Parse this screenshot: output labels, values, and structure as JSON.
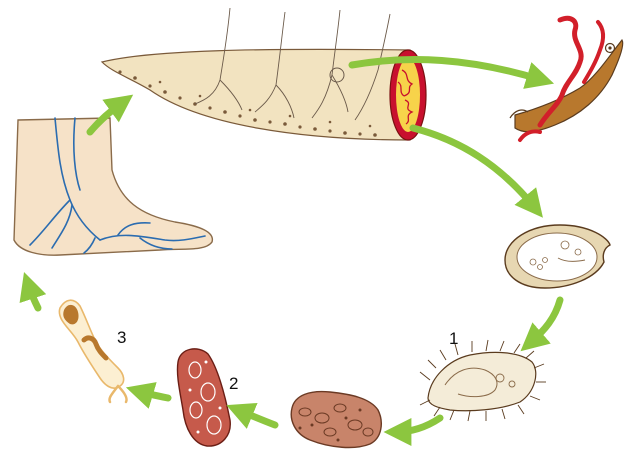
{
  "stage_labels": [
    "1",
    "2",
    "3"
  ],
  "colors": {
    "arrow": "#8cc63f",
    "skin": "#f6e2c8",
    "vein": "#2b6cb0",
    "vessel_wall": "#c8102e",
    "vessel_interior": "#f7d34a",
    "fluke": "#b8782d",
    "egg_shell": "#e7d7b2",
    "sporocyst": "#c65a4b",
    "outline": "#5a3b1e"
  },
  "icons": [
    "foot-icon",
    "intestine-icon",
    "adult-worms-icon",
    "egg-icon",
    "miracidium-icon",
    "snail-stage-icon",
    "sporocyst-icon",
    "cercaria-icon"
  ]
}
